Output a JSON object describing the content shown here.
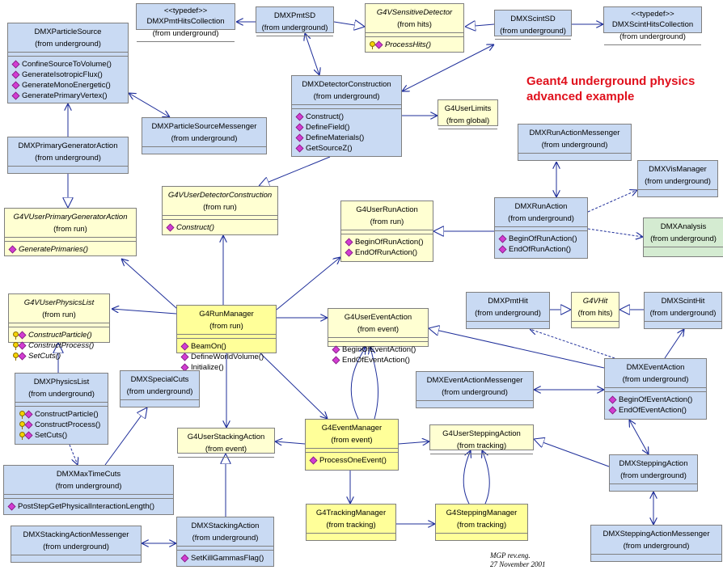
{
  "title": {
    "line1": "Geant4 underground physics",
    "line2": "advanced  example"
  },
  "credit": {
    "line1": "MGP rev.eng.",
    "line2": "27 November 2001"
  },
  "classes": [
    {
      "id": "pmtHitsCollection",
      "stereotype": "<<typedef>>",
      "name": "DMXPmtHitsCollection",
      "pkg": "(from underground)",
      "color": "blue",
      "ops": []
    },
    {
      "id": "pmtSD",
      "name": "DMXPmtSD",
      "pkg": "(from underground)",
      "color": "blue",
      "ops": []
    },
    {
      "id": "sensitiveDetector",
      "name": "G4VSensitiveDetector",
      "pkg": "(from hits)",
      "color": "ltyellow",
      "abstract": true,
      "ops": [
        {
          "text": "ProcessHits()",
          "key": true
        }
      ]
    },
    {
      "id": "scintSD",
      "name": "DMXScintSD",
      "pkg": "(from underground)",
      "color": "blue",
      "ops": []
    },
    {
      "id": "scintHitsCollection",
      "stereotype": "<<typedef>>",
      "name": "DMXScintHitsCollection",
      "pkg": "(from underground)",
      "color": "blue",
      "ops": []
    },
    {
      "id": "particleSource",
      "name": "DMXParticleSource",
      "pkg": "(from underground)",
      "color": "blue",
      "ops": [
        {
          "text": "ConfineSourceToVolume()"
        },
        {
          "text": "GenerateIsotropicFlux()"
        },
        {
          "text": "GenerateMonoEnergetic()"
        },
        {
          "text": "GeneratePrimaryVertex()"
        }
      ]
    },
    {
      "id": "detectorConstruction",
      "name": "DMXDetectorConstruction",
      "pkg": "(from underground)",
      "color": "blue",
      "ops": [
        {
          "text": "Construct()"
        },
        {
          "text": "DefineField()"
        },
        {
          "text": "DefineMaterials()"
        },
        {
          "text": "GetSourceZ()"
        }
      ]
    },
    {
      "id": "userLimits",
      "name": "G4UserLimits",
      "pkg": "(from global)",
      "color": "ltyellow",
      "ops": []
    },
    {
      "id": "particleSourceMessenger",
      "name": "DMXParticleSourceMessenger",
      "pkg": "(from underground)",
      "color": "blue",
      "ops": []
    },
    {
      "id": "primaryGeneratorAction",
      "name": "DMXPrimaryGeneratorAction",
      "pkg": "(from underground)",
      "color": "blue",
      "ops": []
    },
    {
      "id": "runActionMessenger",
      "name": "DMXRunActionMessenger",
      "pkg": "(from underground)",
      "color": "blue",
      "ops": []
    },
    {
      "id": "visManager",
      "name": "DMXVisManager",
      "pkg": "(from underground)",
      "color": "blue",
      "ops": []
    },
    {
      "id": "userDetectorConstruction",
      "name": "G4VUserDetectorConstruction",
      "pkg": "(from run)",
      "color": "ltyellow",
      "abstract": true,
      "ops": [
        {
          "text": "Construct()"
        }
      ]
    },
    {
      "id": "userPrimaryGeneratorAction",
      "name": "G4VUserPrimaryGeneratorAction",
      "pkg": "(from run)",
      "color": "ltyellow",
      "abstract": true,
      "ops": [
        {
          "text": "GeneratePrimaries()"
        }
      ]
    },
    {
      "id": "userRunAction",
      "name": "G4UserRunAction",
      "pkg": "(from run)",
      "color": "ltyellow",
      "ops": [
        {
          "text": "BeginOfRunAction()"
        },
        {
          "text": "EndOfRunAction()"
        }
      ]
    },
    {
      "id": "runAction",
      "name": "DMXRunAction",
      "pkg": "(from underground)",
      "color": "blue",
      "ops": [
        {
          "text": "BeginOfRunAction()"
        },
        {
          "text": "EndOfRunAction()"
        }
      ]
    },
    {
      "id": "analysis",
      "name": "DMXAnalysis",
      "pkg": "(from underground)",
      "color": "green",
      "ops": []
    },
    {
      "id": "userPhysicsList",
      "name": "G4VUserPhysicsList",
      "pkg": "(from run)",
      "color": "ltyellow",
      "abstract": true,
      "ops": [
        {
          "text": "ConstructParticle()",
          "key": true
        },
        {
          "text": "ConstructProcess()",
          "key": true
        },
        {
          "text": "SetCuts()",
          "key": true
        }
      ]
    },
    {
      "id": "runManager",
      "name": "G4RunManager",
      "pkg": "(from run)",
      "color": "yellow",
      "ops": [
        {
          "text": "BeamOn()"
        },
        {
          "text": "DefineWorldVolume()"
        },
        {
          "text": "Initialize()"
        }
      ]
    },
    {
      "id": "userEventAction",
      "name": "G4UserEventAction",
      "pkg": "(from event)",
      "color": "ltyellow",
      "ops": [
        {
          "text": "BeginOfEventAction()"
        },
        {
          "text": "EndOfEventAction()"
        }
      ]
    },
    {
      "id": "pmtHit",
      "name": "DMXPmtHit",
      "pkg": "(from underground)",
      "color": "blue",
      "ops": []
    },
    {
      "id": "vHit",
      "name": "G4VHit",
      "pkg": "(from hits)",
      "color": "ltyellow",
      "abstract": true,
      "ops": []
    },
    {
      "id": "scintHit",
      "name": "DMXScintHit",
      "pkg": "(from underground)",
      "color": "blue",
      "ops": []
    },
    {
      "id": "physicsList",
      "name": "DMXPhysicsList",
      "pkg": "(from underground)",
      "color": "blue",
      "ops": [
        {
          "text": "ConstructParticle()",
          "key": true
        },
        {
          "text": "ConstructProcess()",
          "key": true
        },
        {
          "text": "SetCuts()",
          "key": true
        }
      ]
    },
    {
      "id": "specialCuts",
      "name": "DMXSpecialCuts",
      "pkg": "(from underground)",
      "color": "blue",
      "ops": []
    },
    {
      "id": "eventActionMessenger",
      "name": "DMXEventActionMessenger",
      "pkg": "(from underground)",
      "color": "blue",
      "ops": []
    },
    {
      "id": "eventAction",
      "name": "DMXEventAction",
      "pkg": "(from underground)",
      "color": "blue",
      "ops": [
        {
          "text": "BeginOfEventAction()"
        },
        {
          "text": "EndOfEventAction()"
        }
      ]
    },
    {
      "id": "userStackingAction",
      "name": "G4UserStackingAction",
      "pkg": "(from event)",
      "color": "ltyellow",
      "ops": []
    },
    {
      "id": "eventManager",
      "name": "G4EventManager",
      "pkg": "(from event)",
      "color": "yellow",
      "ops": [
        {
          "text": "ProcessOneEvent()"
        }
      ]
    },
    {
      "id": "userSteppingAction",
      "name": "G4UserSteppingAction",
      "pkg": "(from tracking)",
      "color": "ltyellow",
      "ops": []
    },
    {
      "id": "maxTimeCuts",
      "name": "DMXMaxTimeCuts",
      "pkg": "(from underground)",
      "color": "blue",
      "ops": [
        {
          "text": "PostStepGetPhysicalInteractionLength()"
        }
      ]
    },
    {
      "id": "steppingAction",
      "name": "DMXSteppingAction",
      "pkg": "(from underground)",
      "color": "blue",
      "ops": []
    },
    {
      "id": "trackingManager",
      "name": "G4TrackingManager",
      "pkg": "(from tracking)",
      "color": "yellow",
      "ops": []
    },
    {
      "id": "steppingManager",
      "name": "G4SteppingManager",
      "pkg": "(from tracking)",
      "color": "yellow",
      "ops": []
    },
    {
      "id": "stackingActionMessenger",
      "name": "DMXStackingActionMessenger",
      "pkg": "(from underground)",
      "color": "blue",
      "ops": []
    },
    {
      "id": "stackingAction",
      "name": "DMXStackingAction",
      "pkg": "(from underground)",
      "color": "blue",
      "ops": [
        {
          "text": "SetKillGammasFlag()"
        }
      ]
    },
    {
      "id": "steppingActionMessenger",
      "name": "DMXSteppingActionMessenger",
      "pkg": "(from underground)",
      "color": "blue",
      "ops": []
    }
  ]
}
